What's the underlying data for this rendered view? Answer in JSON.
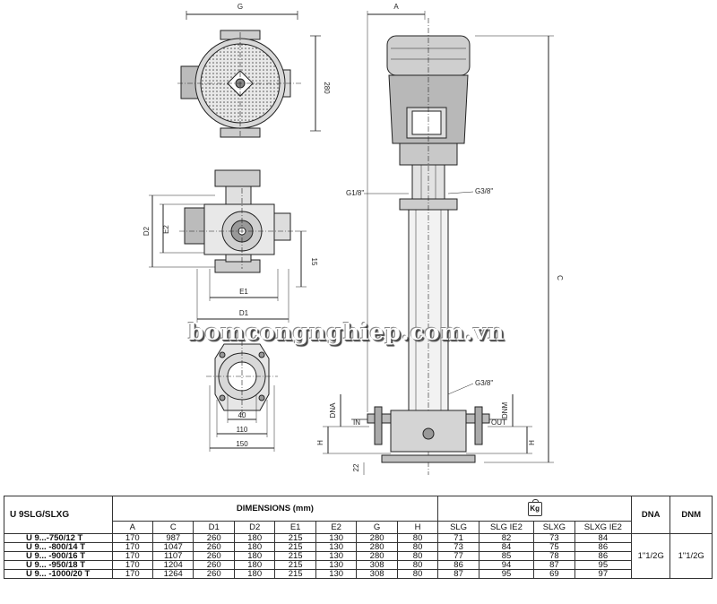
{
  "drawing": {
    "label_g": "G",
    "label_280": "280",
    "label_a": "A",
    "label_c": "C",
    "label_g18": "G1/8\"",
    "label_g38_top": "G3/8\"",
    "label_g38_bottom": "G3/8\"",
    "label_d2": "D2",
    "label_e2": "E2",
    "label_e1": "E1",
    "label_d1": "D1",
    "label_15": "15",
    "label_40": "40",
    "label_110": "110",
    "label_150": "150",
    "label_dna": "DNA",
    "label_dnm": "DNM",
    "label_in": "IN",
    "label_out": "OUT",
    "label_h_left": "H",
    "label_h_right": "H",
    "label_22": "22"
  },
  "watermark": "bomcongnghiep.com.vn",
  "table": {
    "model_header": "U 9SLG/SLXG",
    "dimensions_header": "DIMENSIONS (mm)",
    "weight_icon": "Kg",
    "dna_header": "DNA",
    "dnm_header": "DNM",
    "columns": [
      "A",
      "C",
      "D1",
      "D2",
      "E1",
      "E2",
      "G",
      "H"
    ],
    "weight_columns": [
      "SLG",
      "SLG IE2",
      "SLXG",
      "SLXG IE2"
    ],
    "rows": [
      {
        "model": "U 9...-750/12 T",
        "dims": [
          "170",
          "987",
          "260",
          "180",
          "215",
          "130",
          "280",
          "80"
        ],
        "weights": [
          "71",
          "82",
          "73",
          "84"
        ]
      },
      {
        "model": "U 9... -800/14 T",
        "dims": [
          "170",
          "1047",
          "260",
          "180",
          "215",
          "130",
          "280",
          "80"
        ],
        "weights": [
          "73",
          "84",
          "75",
          "86"
        ]
      },
      {
        "model": "U 9... -900/16 T",
        "dims": [
          "170",
          "1107",
          "260",
          "180",
          "215",
          "130",
          "280",
          "80"
        ],
        "weights": [
          "77",
          "85",
          "78",
          "86"
        ]
      },
      {
        "model": "U 9... -950/18 T",
        "dims": [
          "170",
          "1204",
          "260",
          "180",
          "215",
          "130",
          "308",
          "80"
        ],
        "weights": [
          "86",
          "94",
          "87",
          "95"
        ]
      },
      {
        "model": "U 9... -1000/20 T",
        "dims": [
          "170",
          "1264",
          "260",
          "180",
          "215",
          "130",
          "308",
          "80"
        ],
        "weights": [
          "87",
          "95",
          "69",
          "97"
        ]
      }
    ],
    "dna_value": "1\"1/2G",
    "dnm_value": "1\"1/2G"
  }
}
